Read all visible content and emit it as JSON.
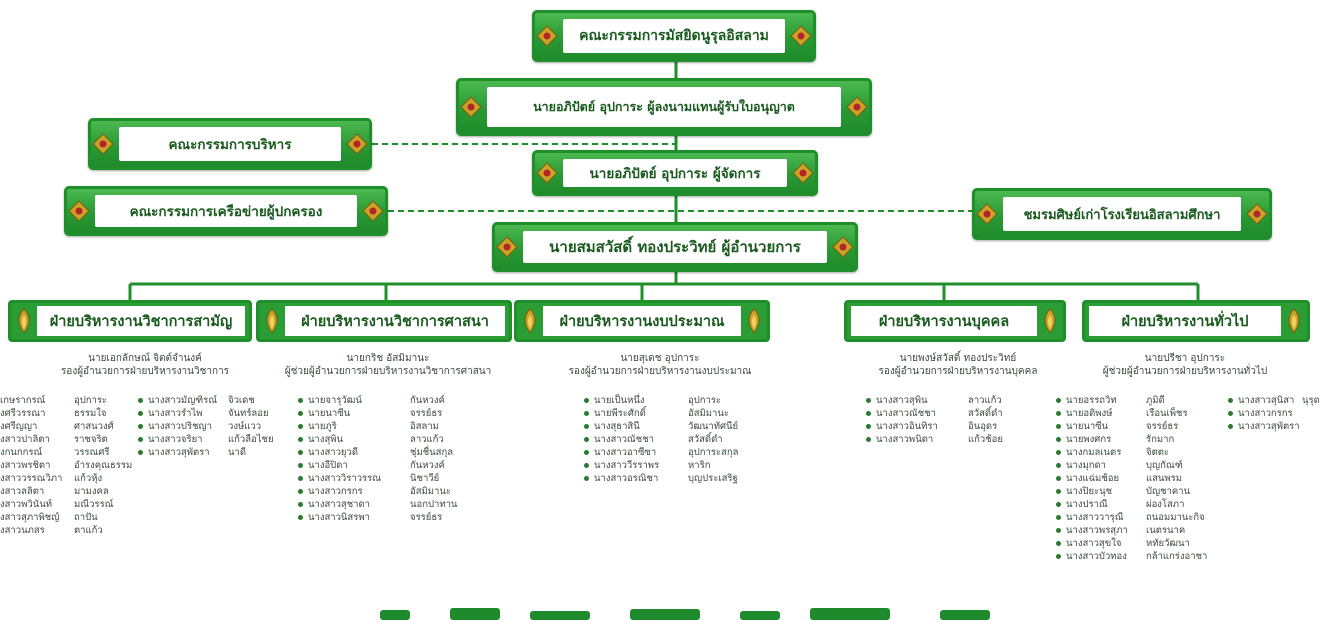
{
  "colors": {
    "frame": "#1e8f2a",
    "text": "#1a5a1f",
    "ornament": "#c9a227"
  },
  "top": {
    "council": "คณะกรรมการมัสยิดนูรุลอิสลาม",
    "licensee": "นายอภิปัตย์  อุปการะ  ผู้ลงนามแทนผู้รับใบอนุญาต",
    "exec_board": "คณะกรรมการบริหาร",
    "manager": "นายอภิปัตย์  อุปการะ  ผู้จัดการ",
    "parent_network": "คณะกรรมการเครือข่ายผู้ปกครอง",
    "alumni": "ชมรมศิษย์เก่าโรงเรียนอิสลามศึกษา",
    "director": "นายสมสวัสดิ์  ทองประวิทย์  ผู้อำนวยการ"
  },
  "departments": [
    {
      "title": "ฝ่ายบริหารงานวิชาการสามัญ",
      "head_name": "นายเอกลักษณ์  จิตต์จำนงค์",
      "head_role": "รองผู้อำนวยการฝ่ายบริหารงานวิชาการ",
      "col1": [
        "เกษรากรณ์",
        "งศรีวรรณา",
        "งศรีญญา",
        "งสาวปาลิตา",
        "งกนกกรณ์",
        "งสาวพรชิตา",
        "งสาววรรณวิภา",
        "งสาวลลิตา",
        "งสาวพวินันท์",
        "งสาวสุภาพิชญ์",
        "งสาวนภสร"
      ],
      "col2": [
        "อุปการะ",
        "ธรรมใจ",
        "ศาสนวงศ์",
        "ราชจริต",
        "วรรณศรี",
        "อำรงคุณธรรม",
        "แก้วหุ้ง",
        "มามงคล",
        "มณีวรรณ์",
        "ถาปัน",
        "ตาแก้ว"
      ],
      "col3": [
        "นางสาวมัญฑิรณ์",
        "นางสาวรำไพ",
        "นางสาวปริชญา",
        "นางสาวจริยา",
        "นางสาวสุพัตรา"
      ],
      "col4": [
        "จิวเดช",
        "จันทร์ลอย",
        "วงษ์แวว",
        "แก้วลือไชย",
        "นาดี"
      ]
    },
    {
      "title": "ฝ่ายบริหารงานวิชาการศาสนา",
      "head_name": "นายกริช  อัสมิมานะ",
      "head_role": "ผู้ช่วยผู้อำนวยการฝ่ายบริหารงานวิชาการศาสนา",
      "col1": [
        "นายจารุวัฒน์",
        "นายนาซีน",
        "นายภูริ",
        "นางสุพิน",
        "นางสาวยุวดี",
        "นางอีปิดา",
        "นางสาววิราวรรณ",
        "นางสาวกรกร",
        "นางสาวสุชาดา",
        "นางสาวนิสรพา"
      ],
      "col2": [
        "กันหวงค์",
        "จรรย์ธร",
        "อิสลาม",
        "ลาวแก้ว",
        "ชุ่มชื่นสกุล",
        "กันหวงค์",
        "นิชาวีย์",
        "อัสมิมานะ",
        "นอกปาทาน",
        "จรรย์ธร"
      ]
    },
    {
      "title": "ฝ่ายบริหารงานงบประมาณ",
      "head_name": "นายสุเดช  อุปการะ",
      "head_role": "รองผู้อำนวยการฝ่ายบริหารงานงบประมาณ",
      "col1": [
        "นายเป็นหนึ่ง",
        "นายพีระศักดิ์",
        "นางสุธาสินี",
        "นางสาวณัชชา",
        "นางสาวอาซีซา",
        "นางสาววีรราพร",
        "นางสาวอรณิชา"
      ],
      "col2": [
        "อุปการะ",
        "อัสมิมานะ",
        "วัฒนาทัศนีย์",
        "สวัสดิ์ดำ",
        "อุปการะสกุล",
        "หาริก",
        "บุญประเสริฐ"
      ]
    },
    {
      "title": "ฝ่ายบริหารงานบุคคล",
      "head_name": "นายพงษ์สวัสดิ์  ทองประวิทย์",
      "head_role": "รองผู้อำนวยการฝ่ายบริหารงานบุคคล",
      "col1": [
        "นางสาวสุพิน",
        "นางสาวณัชชา",
        "นางสาวอินทิรา",
        "นางสาวพนิดา"
      ],
      "col2": [
        "ลาวแก้ว",
        "สวัสดิ์ดำ",
        "อินอุดร",
        "แก้วช้อย"
      ]
    },
    {
      "title": "ฝ่ายบริหารงานทั่วไป",
      "head_name": "นายปรีชา  อุปการะ",
      "head_role": "ผู้ช่วยผู้อำนวยการฝ่ายบริหารงานทั่วไป",
      "col1": [
        "นายอรรถวิท",
        "นายอดิพงษ์",
        "นายนาซีน",
        "นายพงศกร",
        "นางกมลเนตร",
        "นางมุกดา",
        "นางแฉ่มช้อย",
        "นางปิยะนุช",
        "นางปราณี",
        "นางสาววารุณี",
        "นางสาวพรสุภา",
        "นางสาวสุขใจ",
        "นางสาวบัวทอง"
      ],
      "col2": [
        "ภูมิดี",
        "เรือนเพ็ชร",
        "จรรย์ธร",
        "รักมาก",
        "จิตตะ",
        "บุญกัณฑ์",
        "แสนพรม",
        "บัญชาคาน",
        "ผ่องโสภา",
        "ถนอมมานะกิจ",
        "เนตรนาค",
        "หทัยวัฒนา",
        "กล้าแกร่งอาชา"
      ],
      "col3": [
        "นางสาวสุนิสา",
        "นางสาวกรกร",
        "นางสาวสุพัตรา"
      ],
      "col4": [
        "นุรุด"
      ]
    }
  ]
}
